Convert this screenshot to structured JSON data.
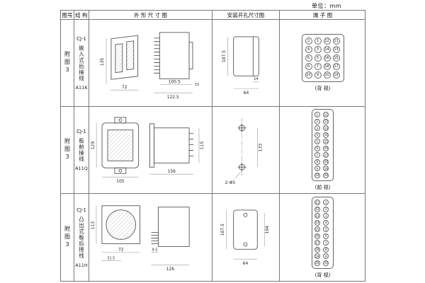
{
  "unit_label": "单位：mm",
  "table": {
    "headers": {
      "fig_no": "图号",
      "structure": "结 构",
      "outline": "外 形 尺 寸 图",
      "install": "安装开孔尺寸图",
      "terminal": "端 子 图"
    },
    "rows": [
      {
        "fig_no": "附图3",
        "model": "CJ-1",
        "mount": "嵌入式后接线",
        "code": "A11K",
        "outline": {
          "height": "135",
          "width": "72",
          "depth": "100.5",
          "depth_total": "122.5",
          "flange": "15"
        },
        "install": {
          "height": "107.5",
          "tab": "14",
          "width": "64"
        },
        "terminal": {
          "view": "(背 视)",
          "numbers": [
            2,
            1,
            12,
            11,
            4,
            3,
            14,
            13,
            6,
            5,
            16,
            15,
            8,
            7,
            18,
            17,
            10,
            9,
            20,
            19
          ]
        }
      },
      {
        "fig_no": "附图3",
        "model": "CJ-1",
        "mount": "板前接线",
        "code": "A11Q",
        "outline": {
          "height": "129",
          "width": "105",
          "depth": "156",
          "side_height": "115"
        },
        "install": {
          "holes": "2-Φ5",
          "height": "133"
        },
        "terminal": {
          "view": "(前 视)",
          "numbers": [
            1,
            11,
            2,
            12,
            3,
            13,
            4,
            14,
            5,
            15,
            6,
            16,
            7,
            17,
            8,
            18,
            9,
            19,
            10,
            20
          ]
        }
      },
      {
        "fig_no": "附图3",
        "model": "CJ-1",
        "mount": "凸出式板后接线",
        "code": "A11H",
        "outline": {
          "height": "113",
          "width": "72",
          "pin_row": "31.5",
          "pin_len": "9.5",
          "depth": "126"
        },
        "install": {
          "height": "107.5",
          "inner_height": "104",
          "width": "64"
        },
        "terminal": {
          "view": "(背 视)",
          "numbers": [
            11,
            1,
            12,
            2,
            13,
            3,
            14,
            4,
            15,
            5,
            16,
            6,
            17,
            7,
            18,
            8,
            19,
            9,
            20,
            10
          ]
        }
      }
    ]
  }
}
